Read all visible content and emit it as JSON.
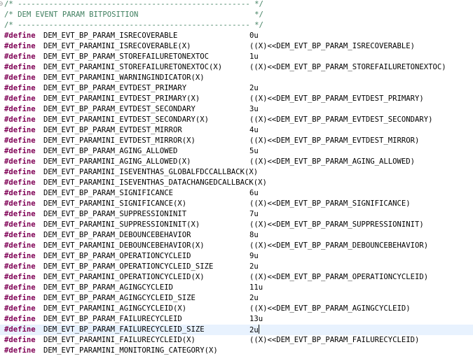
{
  "editor": {
    "header_comments": [
      "/* ---------------------------------------------------- */",
      "/* DEM EVENT PARAM BITPOSITION                          */",
      "/* ---------------------------------------------------- */"
    ],
    "directive_keyword": "#define",
    "defines": [
      {
        "name": "DEM_EVT_BP_PARAM_ISRECOVERABLE",
        "value": "0u"
      },
      {
        "name": "DEM_EVT_PARAMINI_ISRECOVERABLE(X)",
        "value": "((X)<<DEM_EVT_BP_PARAM_ISRECOVERABLE)"
      },
      {
        "name": "DEM_EVT_BP_PARAM_STOREFAILURETONEXTOC",
        "value": "1u"
      },
      {
        "name": "DEM_EVT_PARAMINI_STOREFAILURETONEXTOC(X)",
        "value": "((X)<<DEM_EVT_BP_PARAM_STOREFAILURETONEXTOC)"
      },
      {
        "name": "DEM_EVT_PARAMINI_WARNINGINDICATOR(X)",
        "value": ""
      },
      {
        "name": "DEM_EVT_BP_PARAM_EVTDEST_PRIMARY",
        "value": "2u"
      },
      {
        "name": "DEM_EVT_PARAMINI_EVTDEST_PRIMARY(X)",
        "value": "((X)<<DEM_EVT_BP_PARAM_EVTDEST_PRIMARY)"
      },
      {
        "name": "DEM_EVT_BP_PARAM_EVTDEST_SECONDARY",
        "value": "3u"
      },
      {
        "name": "DEM_EVT_PARAMINI_EVTDEST_SECONDARY(X)",
        "value": "((X)<<DEM_EVT_BP_PARAM_EVTDEST_SECONDARY)"
      },
      {
        "name": "DEM_EVT_BP_PARAM_EVTDEST_MIRROR",
        "value": "4u"
      },
      {
        "name": "DEM_EVT_PARAMINI_EVTDEST_MIRROR(X)",
        "value": "((X)<<DEM_EVT_BP_PARAM_EVTDEST_MIRROR)"
      },
      {
        "name": "DEM_EVT_BP_PARAM_AGING_ALLOWED",
        "value": "5u"
      },
      {
        "name": "DEM_EVT_PARAMINI_AGING_ALLOWED(X)",
        "value": "((X)<<DEM_EVT_BP_PARAM_AGING_ALLOWED)"
      },
      {
        "name": "DEM_EVT_PARAMINI_ISEVENTHAS_GLOBALFDCCALLBACK(X)",
        "value": ""
      },
      {
        "name": "DEM_EVT_PARAMINI_ISEVENTHAS_DATACHANGEDCALLBACK(X)",
        "value": ""
      },
      {
        "name": "DEM_EVT_BP_PARAM_SIGNIFICANCE",
        "value": "6u"
      },
      {
        "name": "DEM_EVT_PARAMINI_SIGNIFICANCE(X)",
        "value": "((X)<<DEM_EVT_BP_PARAM_SIGNIFICANCE)"
      },
      {
        "name": "DEM_EVT_BP_PARAM_SUPPRESSIONINIT",
        "value": "7u"
      },
      {
        "name": "DEM_EVT_PARAMINI_SUPPRESSIONINIT(X)",
        "value": "((X)<<DEM_EVT_BP_PARAM_SUPPRESSIONINIT)"
      },
      {
        "name": "DEM_EVT_BP_PARAM_DEBOUNCEBEHAVIOR",
        "value": "8u"
      },
      {
        "name": "DEM_EVT_PARAMINI_DEBOUNCEBEHAVIOR(X)",
        "value": "((X)<<DEM_EVT_BP_PARAM_DEBOUNCEBEHAVIOR)"
      },
      {
        "name": "DEM_EVT_BP_PARAM_OPERATIONCYCLEID",
        "value": "9u"
      },
      {
        "name": "DEM_EVT_BP_PARAM_OPERATIONCYCLEID_SIZE",
        "value": "2u"
      },
      {
        "name": "DEM_EVT_PARAMINI_OPERATIONCYCLEID(X)",
        "value": "((X)<<DEM_EVT_BP_PARAM_OPERATIONCYCLEID)"
      },
      {
        "name": "DEM_EVT_BP_PARAM_AGINGCYCLEID",
        "value": "11u"
      },
      {
        "name": "DEM_EVT_BP_PARAM_AGINGCYCLEID_SIZE",
        "value": "2u"
      },
      {
        "name": "DEM_EVT_PARAMINI_AGINGCYCLEID(X)",
        "value": "((X)<<DEM_EVT_BP_PARAM_AGINGCYCLEID)"
      },
      {
        "name": "DEM_EVT_BP_PARAM_FAILURECYCLEID",
        "value": "13u"
      },
      {
        "name": "DEM_EVT_BP_PARAM_FAILURECYCLEID_SIZE",
        "value": "2u",
        "current": true
      },
      {
        "name": "DEM_EVT_PARAMINI_FAILURECYCLEID(X)",
        "value": "((X)<<DEM_EVT_BP_PARAM_FAILURECYCLEID)"
      },
      {
        "name": "DEM_EVT_PARAMINI_MONITORING_CATEGORY(X)",
        "value": ""
      }
    ]
  },
  "colors": {
    "comment": "#3f7f5f",
    "keyword": "#7f0055",
    "text": "#000000",
    "current_line": "#e8f2fe"
  }
}
